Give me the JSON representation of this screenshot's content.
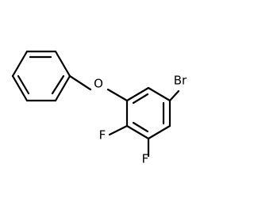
{
  "molecule": {
    "atoms": {
      "oxygen": "O",
      "bromine": "Br",
      "fluorine_top": "F",
      "fluorine_bottom": "F"
    }
  }
}
